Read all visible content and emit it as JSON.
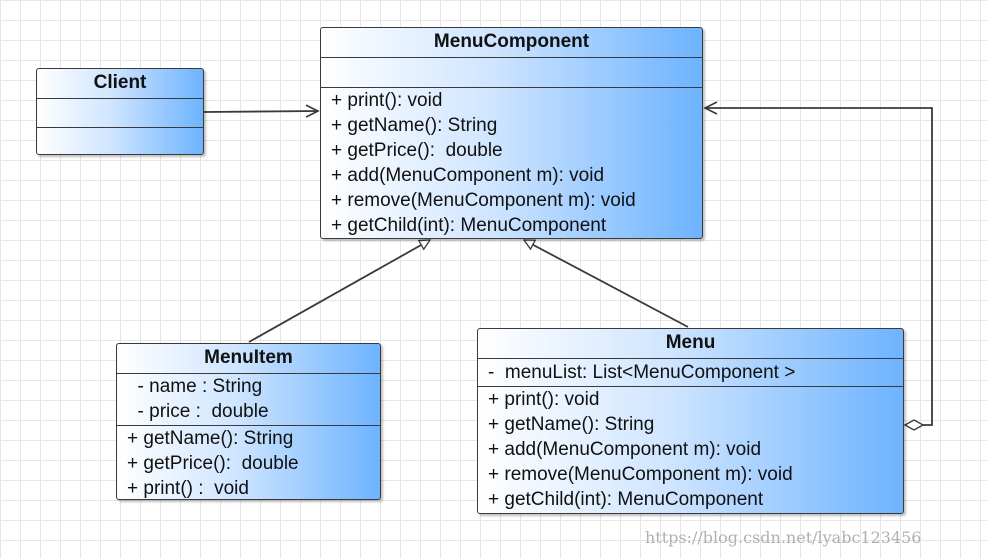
{
  "classes": {
    "menu_component": {
      "name": "MenuComponent",
      "attributes": [],
      "methods": [
        "+ print(): void",
        "+ getName(): String",
        "+ getPrice():  double",
        "+ add(MenuComponent m): void",
        "+ remove(MenuComponent m): void",
        "+ getChild(int): MenuComponent"
      ]
    },
    "client": {
      "name": "Client",
      "attributes": [],
      "methods": []
    },
    "menu_item": {
      "name": "MenuItem",
      "attributes": [
        "  - name : String",
        "  - price :  double"
      ],
      "methods": [
        "+ getName(): String",
        "+ getPrice():  double",
        "+ print() :  void"
      ]
    },
    "menu": {
      "name": "Menu",
      "attributes": [
        "-  menuList: List<MenuComponent >"
      ],
      "methods": [
        "+ print(): void",
        "+ getName(): String",
        "+ add(MenuComponent m): void",
        "+ remove(MenuComponent m): void",
        "+ getChild(int): MenuComponent"
      ]
    }
  },
  "watermark": "https://blog.csdn.net/lyabc123456"
}
